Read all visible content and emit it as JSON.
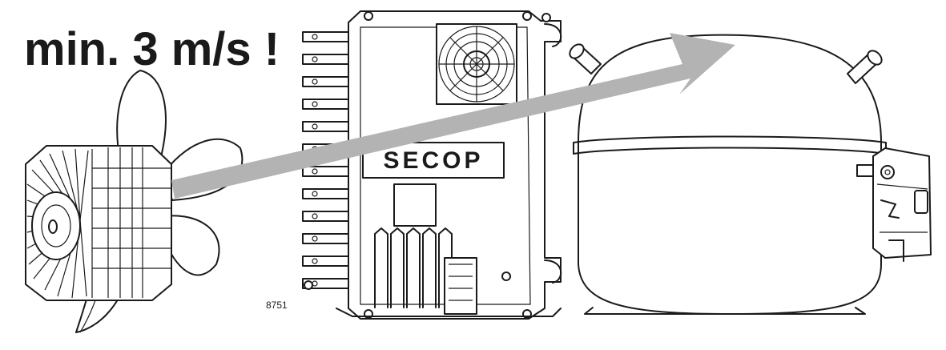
{
  "headline": "min. 3 m/s !",
  "brand_label": "SECOP",
  "drawing_number": "8751",
  "colors": {
    "arrow": "#b3b3b3",
    "line": "#1a1a1a",
    "background": "#ffffff"
  }
}
